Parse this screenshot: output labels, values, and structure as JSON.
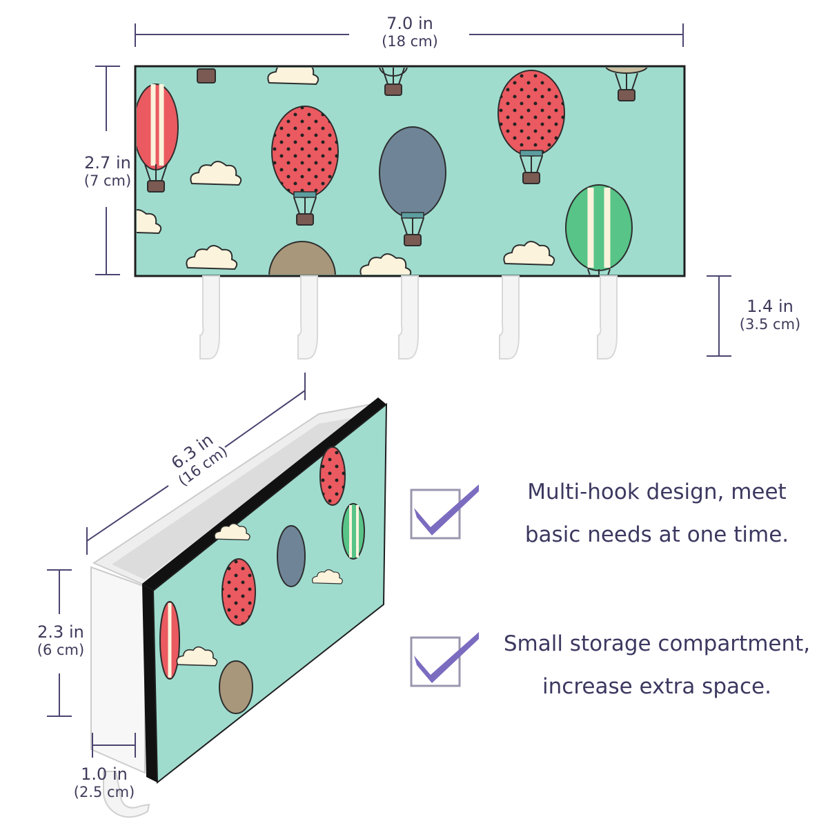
{
  "dimensions": {
    "width": {
      "imperial": "7.0 in",
      "metric": "(18 cm)"
    },
    "height": {
      "imperial": "2.7 in",
      "metric": "(7 cm)"
    },
    "hook_length": {
      "imperial": "1.4 in",
      "metric": "(3.5 cm)"
    },
    "inner_length": {
      "imperial": "6.3 in",
      "metric": "(16 cm)"
    },
    "side_height": {
      "imperial": "2.3 in",
      "metric": "(6 cm)"
    },
    "depth": {
      "imperial": "1.0 in",
      "metric": "(2.5 cm)"
    }
  },
  "features": [
    {
      "line1": "Multi-hook design, meet",
      "line2": "basic needs at one time."
    },
    {
      "line1": "Small storage compartment,",
      "line2": "increase extra space."
    }
  ],
  "colors": {
    "panel_mint": "#9fdcce",
    "dimension_line": "#4a4470",
    "check": "#7b6cc0",
    "balloon_red": "#ea5a60",
    "balloon_blue": "#6f8597",
    "balloon_green": "#58c488",
    "balloon_brown": "#a8977a",
    "cloud": "#fbf3dc"
  }
}
